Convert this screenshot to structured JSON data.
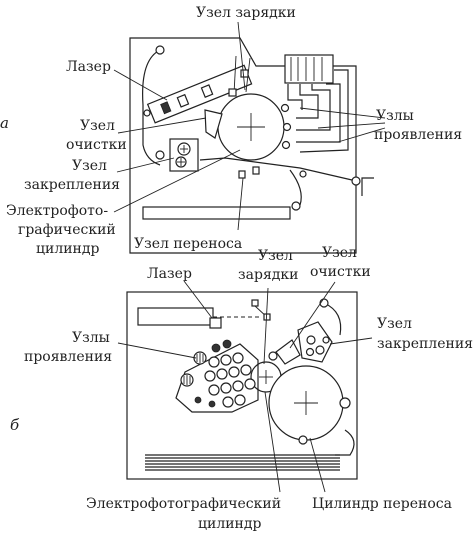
{
  "top": {
    "tag": "а",
    "labels": {
      "charge_unit": "Узел зарядки",
      "laser": "Лазер",
      "cleaning_line1": "Узел",
      "cleaning_line2": "очистки",
      "fixing_line1": "Узел",
      "fixing_line2": "закрепления",
      "developing_line1": "Узлы",
      "developing_line2": "проявления",
      "drum_line1": "Электрофото-",
      "drum_line2": "графический",
      "drum_line3": "цилиндр",
      "transfer_unit": "Узел переноса"
    }
  },
  "bottom": {
    "tag": "б",
    "labels": {
      "laser": "Лазер",
      "charge_line1": "Узел",
      "charge_line2": "зарядки",
      "cleaning_line1": "Узел",
      "cleaning_line2": "очистки",
      "developing_line1": "Узлы",
      "developing_line2": "проявления",
      "fixing_line1": "Узел",
      "fixing_line2": "закрепления",
      "drum_line1": "Электрофотографический",
      "drum_line2": "цилиндр",
      "transfer_cylinder": "Цилиндр переноса"
    }
  }
}
